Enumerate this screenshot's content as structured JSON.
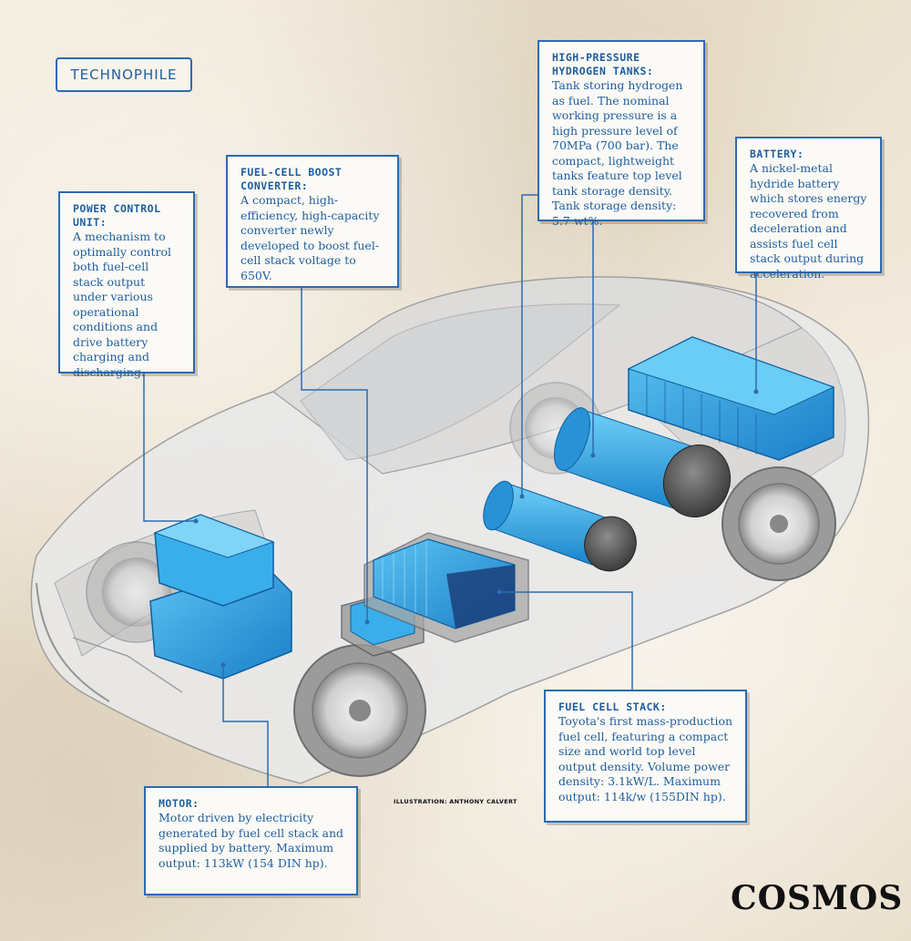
{
  "tag": "TECHNOPHILE",
  "credit": "ILLUSTRATION: ANTHONY CALVERT",
  "brand": "COSMOS",
  "colors": {
    "accent": "#2c6bb0",
    "component_blue": "#2a9fe0",
    "paper": "#efe6d6"
  },
  "callouts": {
    "power_control": {
      "title": "POWER CONTROL UNIT:",
      "body": "A mechanism to optimally control both fuel-cell stack output under various operational conditions and drive battery charging and discharging."
    },
    "boost_converter": {
      "title": "FUEL-CELL BOOST CONVERTER:",
      "body": "A compact, high-efficiency, high-capacity converter newly developed to boost fuel- cell stack voltage to 650V."
    },
    "hydrogen_tanks": {
      "title": "HIGH-PRESSURE HYDROGEN TANKS:",
      "body": "Tank storing hydrogen as fuel. The nominal working pressure is a high pressure level of 70MPa (700 bar). The compact, lightweight tanks feature top level tank storage density. Tank storage density: 5.7 wt%."
    },
    "battery": {
      "title": "BATTERY:",
      "body": "A nickel-metal hydride battery which stores energy recovered from deceleration and assists fuel cell stack output during acceleration."
    },
    "fuel_cell_stack": {
      "title": "FUEL CELL STACK:",
      "body": "Toyota's first mass-production fuel cell, featuring a compact size and world top level output density. Volume power density: 3.1kW/L. Maximum output: 114k/w (155DIN hp)."
    },
    "motor": {
      "title": "MOTOR:",
      "body": "Motor driven by electricity generated by fuel cell stack and supplied by battery. Maximum output: 113kW (154 DIN hp)."
    }
  }
}
